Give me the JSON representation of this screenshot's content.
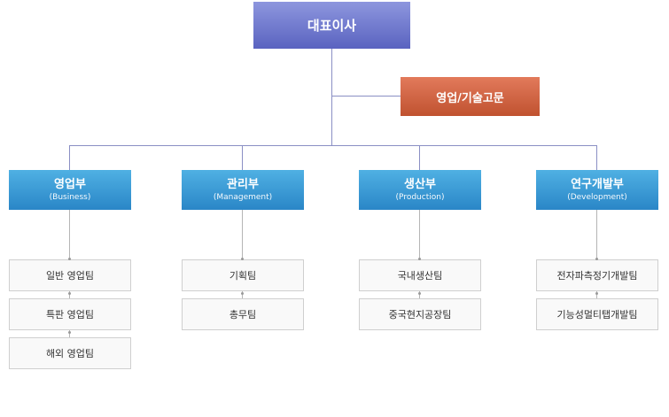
{
  "ceo": "대표이사",
  "advisor": "영업/기술고문",
  "departments": [
    {
      "name": "영업부",
      "sub": "(Business)",
      "teams": [
        "일반 영업팀",
        "특판 영업팀",
        "해외 영업팀"
      ]
    },
    {
      "name": "관리부",
      "sub": "(Management)",
      "teams": [
        "기획팀",
        "총무팀"
      ]
    },
    {
      "name": "생산부",
      "sub": "(Production)",
      "teams": [
        "국내생산팀",
        "중국현지공장팀"
      ]
    },
    {
      "name": "연구개발부",
      "sub": "(Development)",
      "teams": [
        "전자파측정기개발팀",
        "기능성멀티탭개발팀"
      ]
    }
  ],
  "colors": {
    "ceo": "#6f78cf",
    "advisor": "#d4643f",
    "department": "#3b9ad6",
    "team_border": "#cfcfcf",
    "connector": "#8a8fc4"
  }
}
